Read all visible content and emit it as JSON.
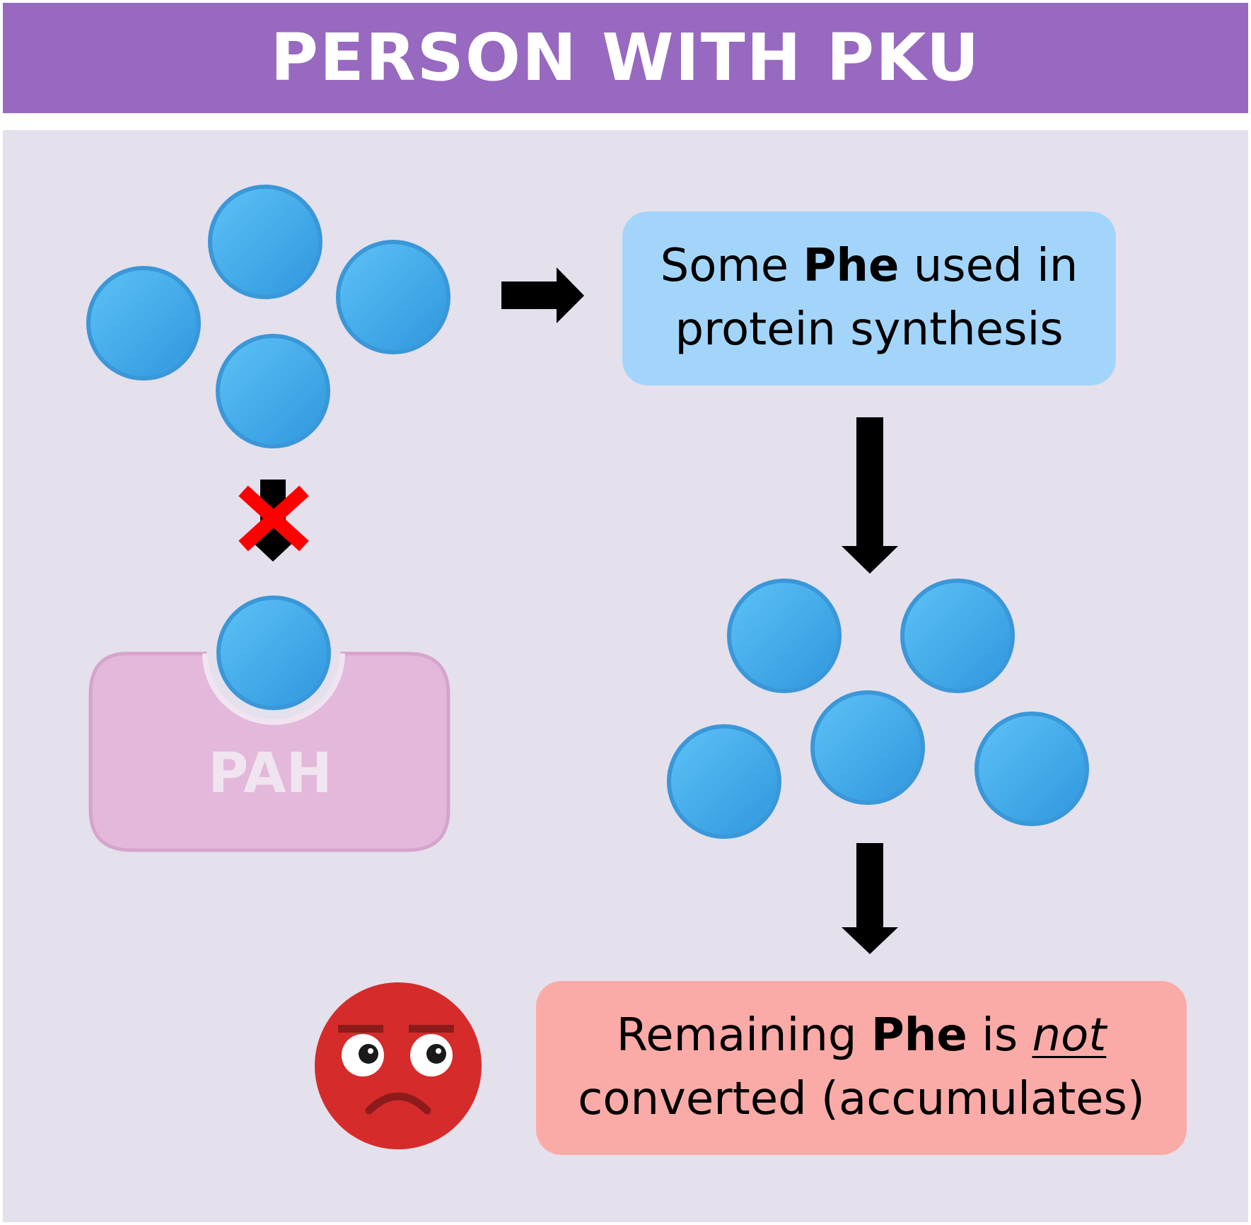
{
  "header": {
    "title": "PERSON WITH PKU"
  },
  "colors": {
    "header_bg": "#9769c0",
    "panel_bg": "#e4e0ec",
    "phe_fill_light": "#5ec2f7",
    "phe_fill_dark": "#2e97dd",
    "phe_stroke": "#3a97d8",
    "protein_box_bg": "#a3d5fa",
    "remaining_box_bg": "#fbaba7",
    "enzyme_fill": "#e3b8da",
    "enzyme_stroke": "#d6a4cc",
    "cross_color": "#ff0000",
    "face_color": "#d62b2b"
  },
  "enzyme": {
    "label": "PAH"
  },
  "protein_box": {
    "line1_pre": "Some ",
    "line1_bold": "Phe",
    "line1_post": " used in",
    "line2": "protein synthesis"
  },
  "remaining_box": {
    "line1_pre": "Remaining ",
    "line1_bold": "Phe",
    "line1_mid": " is ",
    "line1_emph": "not",
    "line2": "converted (accumulates)"
  },
  "icons": {
    "molecule": "phe-molecule-icon",
    "blocked": "red-cross-icon",
    "arrow": "arrow-icon",
    "face": "frowning-face-icon"
  }
}
